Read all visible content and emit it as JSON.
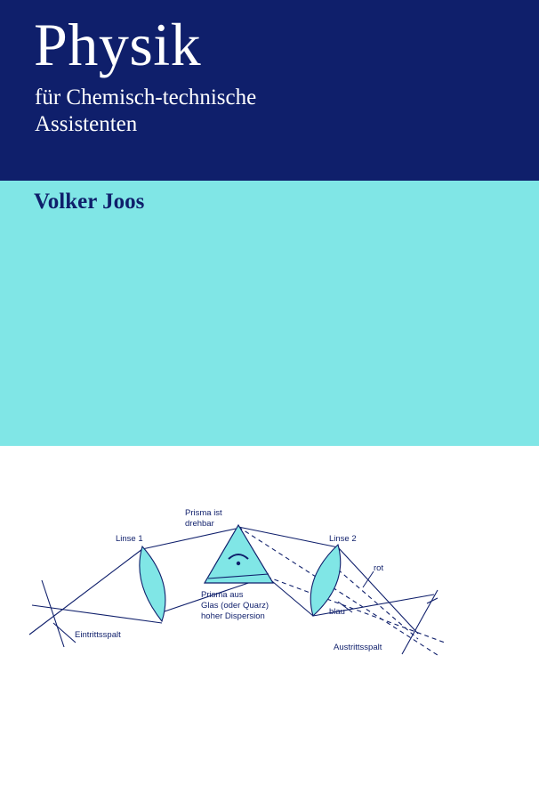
{
  "cover": {
    "title": "Physik",
    "subtitle_line1": "für Chemisch-technische",
    "subtitle_line2": "Assistenten",
    "author": "Volker Joos"
  },
  "colors": {
    "dark_band": "#0f1f6b",
    "light_band": "#80e6e6",
    "ink": "#0f1f6b"
  },
  "diagram": {
    "prism_label_1": "Prisma ist",
    "prism_label_2": "drehbar",
    "lens1_label": "Linse 1",
    "lens2_label": "Linse 2",
    "prism_material_1": "Prisma aus",
    "prism_material_2": "Glas (oder Quarz)",
    "prism_material_3": "hoher Dispersion",
    "red_label": "rot",
    "blue_label": "blau",
    "entrance_slit": "Eintrittsspalt",
    "exit_slit": "Austrittsspalt"
  }
}
